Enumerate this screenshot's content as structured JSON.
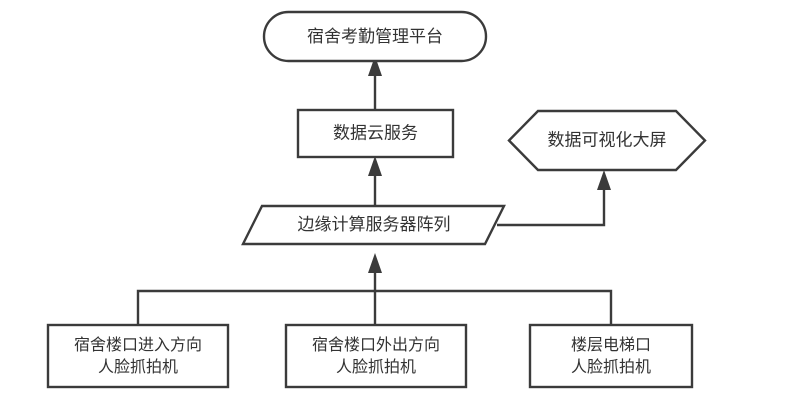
{
  "diagram": {
    "type": "flowchart",
    "orientation": "bottom-up",
    "title_visible": false,
    "colors": {
      "stroke": "#3b3b3b",
      "fill": "#ffffff",
      "text": "#333333",
      "background": "#ffffff"
    },
    "nodes": [
      {
        "id": "platform",
        "label": "宿舍考勤管理平台",
        "shape": "stadium",
        "level": "top"
      },
      {
        "id": "cloud",
        "label": "数据云服务",
        "shape": "rectangle",
        "level": "middle"
      },
      {
        "id": "bigscreen",
        "label": "数据可视化大屏",
        "shape": "hexagon",
        "level": "middle"
      },
      {
        "id": "edge-array",
        "label": "边缘计算服务器阵列",
        "shape": "parallelogram",
        "level": "aggregation"
      },
      {
        "id": "camera-in",
        "label_line1": "宿舍楼口进入方向",
        "label_line2": "人脸抓拍机",
        "shape": "rectangle",
        "level": "bottom"
      },
      {
        "id": "camera-out",
        "label_line1": "宿舍楼口外出方向",
        "label_line2": "人脸抓拍机",
        "shape": "rectangle",
        "level": "bottom"
      },
      {
        "id": "camera-elevator",
        "label_line1": "楼层电梯口",
        "label_line2": "人脸抓拍机",
        "shape": "rectangle",
        "level": "bottom"
      }
    ],
    "edges": [
      {
        "from": "cloud",
        "to": "platform",
        "style": "solid",
        "arrow": "up"
      },
      {
        "from": "edge-array",
        "to": "cloud",
        "style": "solid",
        "arrow": "up"
      },
      {
        "from": "edge-array",
        "to": "bigscreen",
        "style": "solid",
        "arrow": "up-elbow"
      },
      {
        "from": "camera-in",
        "to": "edge-array",
        "style": "solid",
        "arrow": "merged-bus"
      },
      {
        "from": "camera-out",
        "to": "edge-array",
        "style": "solid",
        "arrow": "merged-bus"
      },
      {
        "from": "camera-elevator",
        "to": "edge-array",
        "style": "solid",
        "arrow": "merged-bus"
      }
    ]
  }
}
